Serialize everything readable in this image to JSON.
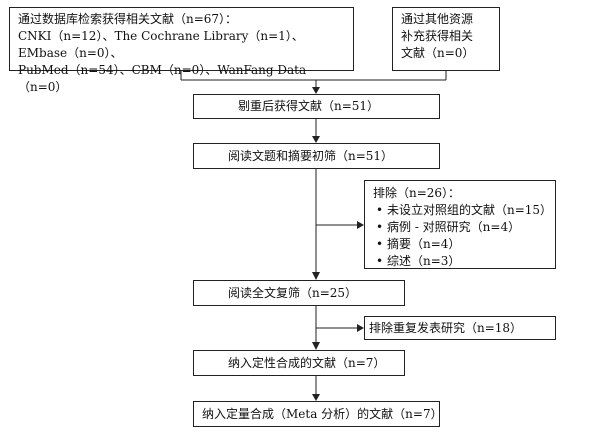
{
  "boxes": {
    "db_search": {
      "line1": "通过数据库检索获得相关文献（n=67）：",
      "line2": "CNKI（n=12）、The Cochrane Library（n=1）、EMbase（n=0）、",
      "line3": "PubMed（n=54）、CBM（n=0）、WanFang Data（n=0）"
    },
    "other_sources": {
      "line1": "通过其他资源",
      "line2": "补充获得相关",
      "line3": "文献（n=0）"
    },
    "dedup": "剔重后获得文献（n=51）",
    "screen_title": "阅读文题和摘要初筛（n=51）",
    "exclusion1": {
      "header": "排除（n=26）：",
      "items": [
        "未设立对照组的文献（n=15）",
        "病例 - 对照研究（n=4）",
        "摘要（n=4）",
        "综述（n=3）"
      ]
    },
    "fulltext": "阅读全文复筛（n=25）",
    "exclusion2": "排除重复发表研究（n=18）",
    "qualitative": "纳入定性合成的文献（n=7）",
    "quantitative": "纳入定量合成（Meta 分析）的文献（n=7）"
  }
}
